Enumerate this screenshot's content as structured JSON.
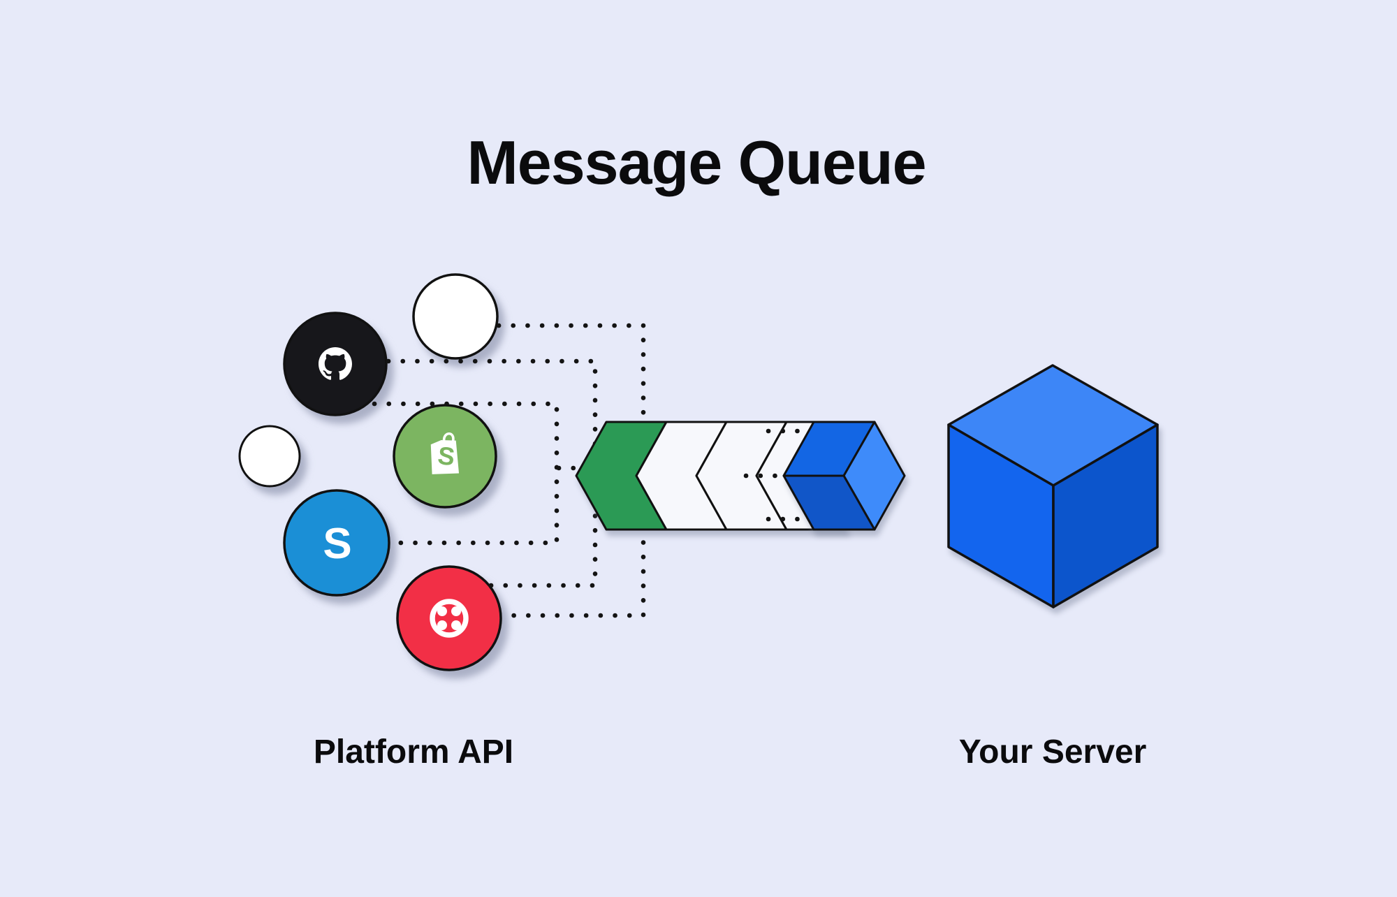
{
  "title": "Message Queue",
  "section_labels": {
    "left": "Platform API",
    "right": "Your Server"
  },
  "platforms": [
    {
      "id": "plain-circle-large"
    },
    {
      "id": "github"
    },
    {
      "id": "plain-circle-small"
    },
    {
      "id": "shopify",
      "letter": "S"
    },
    {
      "id": "stripe",
      "letter": "S"
    },
    {
      "id": "twilio"
    }
  ],
  "queue": {
    "chevron_count": 4
  },
  "colors": {
    "background": "#E7EAF9",
    "heading_text": "#0B0B0D",
    "dot": "#141414",
    "outline": "#111111",
    "circle_white": "#FFFFFF",
    "github_black": "#17171B",
    "shopify_green": "#7CB561",
    "stripe_blue": "#1B8FD6",
    "twilio_red": "#F22F46",
    "queue_green": "#2B9A55",
    "queue_white": "#F7F8FC",
    "small_cube_top": "#1366E4",
    "small_cube_right": "#3E8BFA",
    "small_cube_left": "#1156C8",
    "big_cube_top": "#3D86F7",
    "big_cube_left": "#1365EE",
    "big_cube_right": "#0C55CC"
  }
}
